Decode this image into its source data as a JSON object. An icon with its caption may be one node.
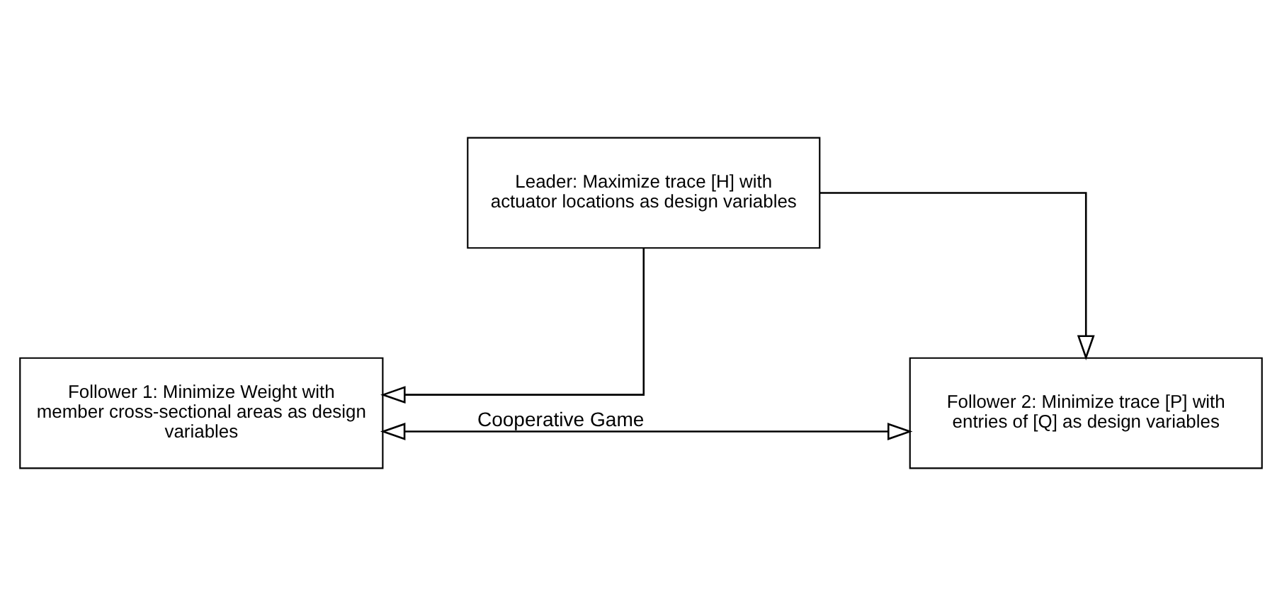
{
  "diagram": {
    "nodes": [
      {
        "text": [
          "Leader: Maximize trace [H] with actuator locations as design variables"
        ]
      },
      {
        "text": [
          "Follower 1: Minimize Weight with member cross-sectional areas as design variables"
        ]
      },
      {
        "text": [
          "Follower 2: Minimize trace [P] with entries of [Q] as design variables"
        ]
      }
    ],
    "edges": [
      {
        "from": 0,
        "to": 1,
        "arrow": "to"
      },
      {
        "from": 0,
        "to": 2,
        "arrow": "to"
      },
      {
        "from": 1,
        "to": 2,
        "arrow": "both",
        "label": "Cooperative Game"
      }
    ]
  }
}
